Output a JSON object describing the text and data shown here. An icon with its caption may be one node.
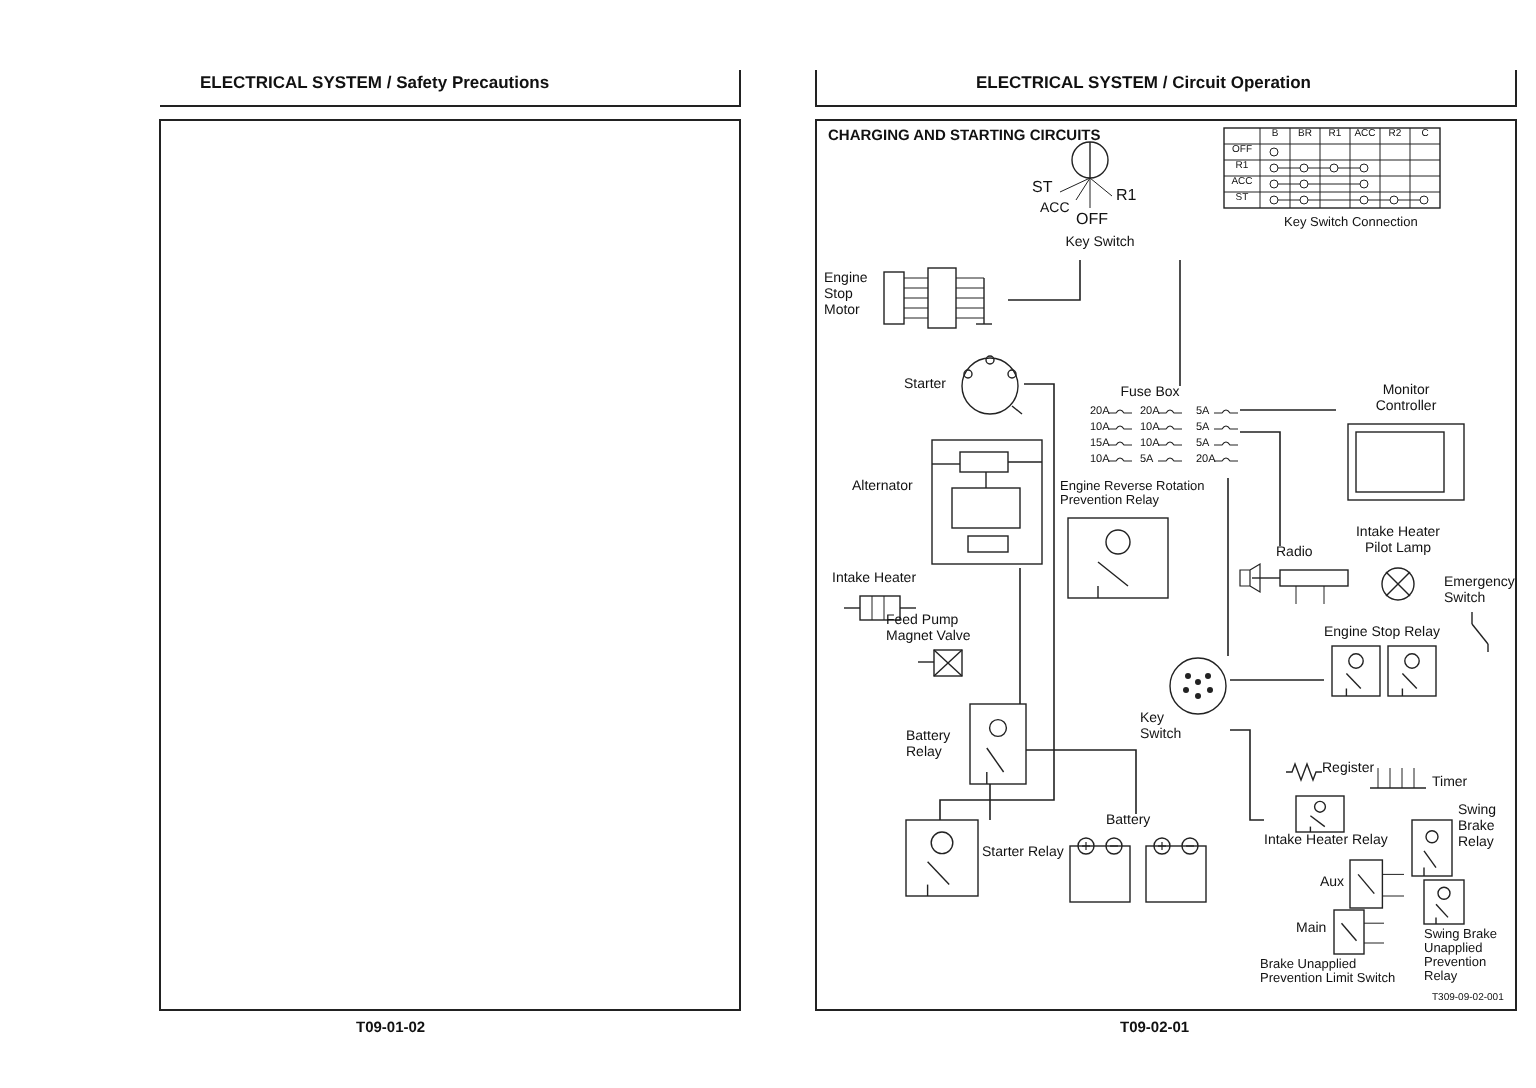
{
  "diagram": {
    "title": "CHARGING AND STARTING CIRCUITS",
    "nodes": [
      {
        "text": [
          "ST",
          "ACC",
          "OFF",
          "R1",
          "Key Switch"
        ]
      },
      {
        "text": [
          "Engine Stop Motor"
        ]
      },
      {
        "text": [
          "Starter"
        ]
      },
      {
        "text": [
          "Fuse Box"
        ]
      },
      {
        "text": [
          "Monitor Controller"
        ]
      },
      {
        "text": [
          "Alternator"
        ]
      },
      {
        "text": [
          "Engine Reverse Rotation Prevention Relay"
        ]
      },
      {
        "text": [
          "Radio"
        ]
      },
      {
        "text": [
          "Intake Heater Pilot Lamp"
        ]
      },
      {
        "text": [
          "Emergency Switch"
        ]
      },
      {
        "text": [
          "Intake Heater"
        ]
      },
      {
        "text": [
          "Feed Pump Magnet Valve"
        ]
      },
      {
        "text": [
          "Engine Stop Relay"
        ]
      },
      {
        "text": [
          "Key Switch"
        ]
      },
      {
        "text": [
          "Battery Relay"
        ]
      },
      {
        "text": [
          "Register"
        ]
      },
      {
        "text": [
          "Timer"
        ]
      },
      {
        "text": [
          "Battery"
        ]
      },
      {
        "text": [
          "Starter Relay"
        ]
      },
      {
        "text": [
          "Intake Heater Relay"
        ]
      },
      {
        "text": [
          "Swing Brake Relay"
        ]
      },
      {
        "text": [
          "Brake Unapplied Prevention Limit Switch"
        ]
      },
      {
        "text": [
          "Aux"
        ],
        "in": 21
      },
      {
        "text": [
          "Main"
        ],
        "in": 21
      },
      {
        "text": [
          "Swing Brake Unapplied Prevention Relay"
        ]
      }
    ],
    "edges": [
      {
        "from": 0,
        "to": 3,
        "arrow": "none"
      },
      {
        "from": 1,
        "to": 0,
        "arrow": "none"
      },
      {
        "from": 2,
        "to": 18,
        "arrow": "none"
      },
      {
        "from": 17,
        "to": 14,
        "arrow": "none"
      },
      {
        "from": 14,
        "to": 18,
        "arrow": "none"
      },
      {
        "from": 13,
        "to": 3,
        "arrow": "none"
      },
      {
        "from": 13,
        "to": 12,
        "arrow": "none"
      },
      {
        "from": 13,
        "to": 19,
        "arrow": "none"
      },
      {
        "from": 5,
        "to": 14,
        "arrow": "none"
      },
      {
        "from": 7,
        "to": 3,
        "arrow": "none"
      },
      {
        "from": 4,
        "to": 3,
        "arrow": "none"
      }
    ],
    "labels": [
      "ELECTRICAL SYSTEM / Safety Precautions",
      "ELECTRICAL SYSTEM / Circuit Operation",
      "B",
      "BR",
      "R1",
      "ACC",
      "R2",
      "C",
      "OFF",
      "R1",
      "ACC",
      "ST",
      "Key Switch Connection",
      "20A",
      "20A",
      "10A",
      "10A",
      "15A",
      "10A",
      "10A",
      "5A",
      "5A",
      "5A",
      "5A",
      "20A",
      "T309-09-02-001",
      "T09-01-02",
      "T09-02-01"
    ]
  }
}
